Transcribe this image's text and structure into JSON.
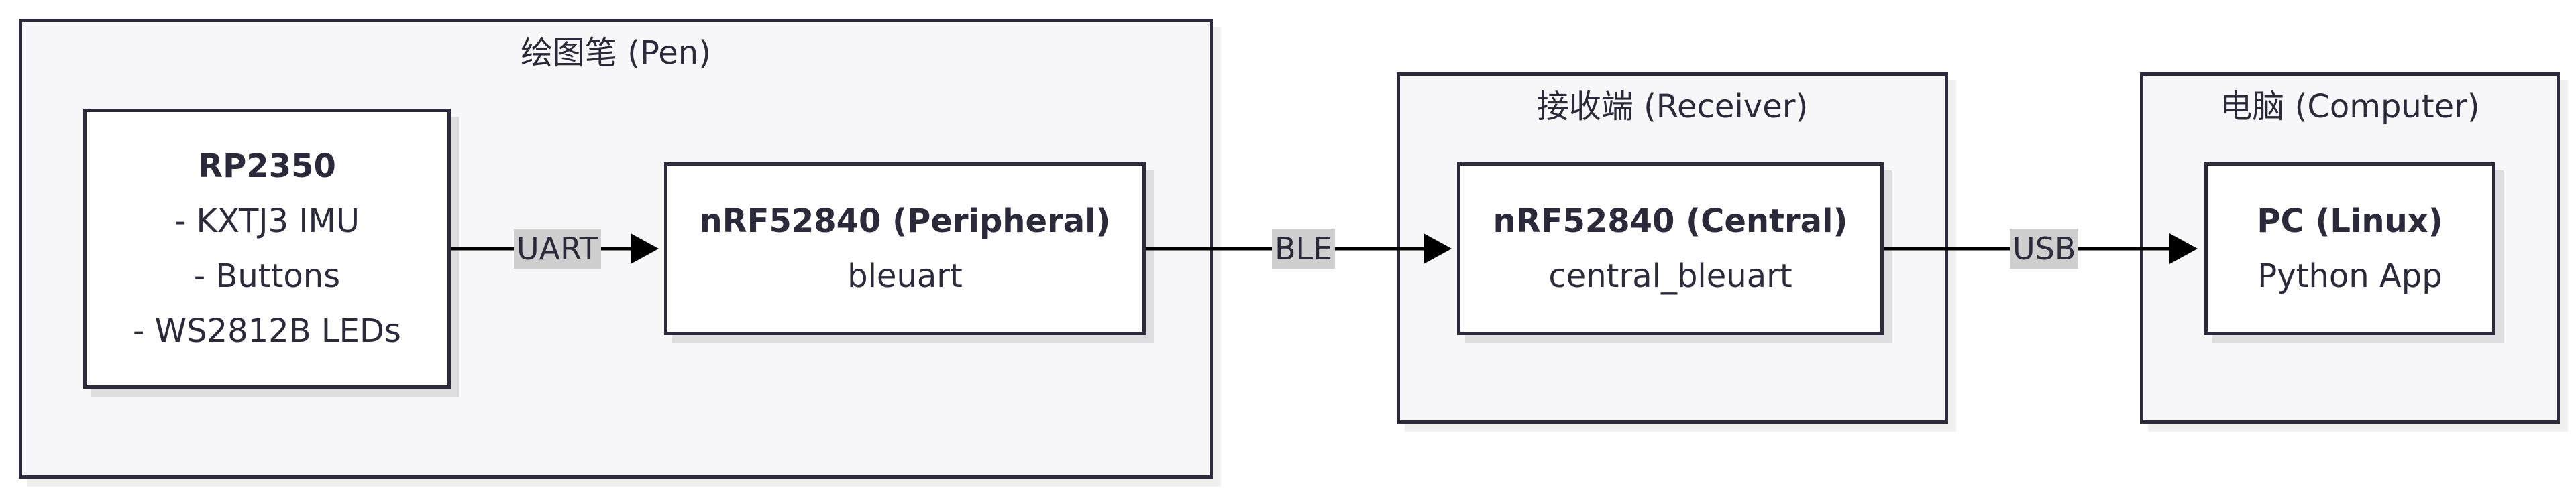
{
  "clusters": {
    "pen": {
      "title": "绘图笔 (Pen)"
    },
    "receiver": {
      "title": "接收端 (Receiver)"
    },
    "computer": {
      "title": "电脑 (Computer)"
    }
  },
  "nodes": {
    "rp2350": {
      "title": "RP2350",
      "lines": [
        "- KXTJ3 IMU",
        "- Buttons",
        "- WS2812B LEDs"
      ]
    },
    "peripheral": {
      "title": "nRF52840 (Peripheral)",
      "subtitle": "bleuart"
    },
    "central": {
      "title": "nRF52840 (Central)",
      "subtitle": "central_bleuart"
    },
    "pc": {
      "title": "PC (Linux)",
      "subtitle": "Python App"
    }
  },
  "edges": {
    "uart": "UART",
    "ble": "BLE",
    "usb": "USB"
  },
  "colors": {
    "stroke": "#2b2b3d",
    "cluster_fill": "#f7f7fa",
    "label_bg": "#cfcfcf"
  }
}
